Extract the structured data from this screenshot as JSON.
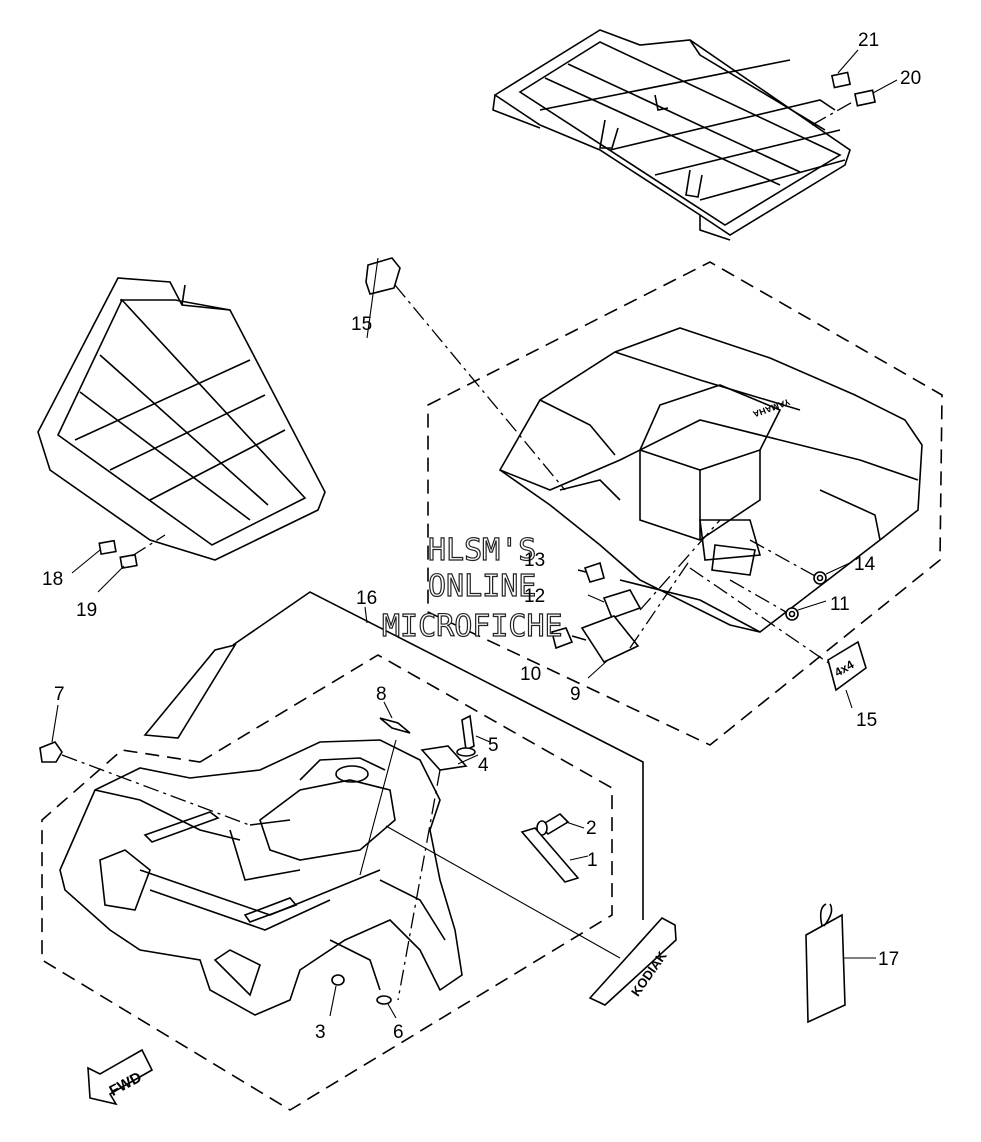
{
  "diagram": {
    "callouts": [
      {
        "id": "c1",
        "label": "1"
      },
      {
        "id": "c2",
        "label": "2"
      },
      {
        "id": "c3",
        "label": "3"
      },
      {
        "id": "c4",
        "label": "4"
      },
      {
        "id": "c5",
        "label": "5"
      },
      {
        "id": "c6",
        "label": "6"
      },
      {
        "id": "c7",
        "label": "7"
      },
      {
        "id": "c8",
        "label": "8"
      },
      {
        "id": "c9",
        "label": "9"
      },
      {
        "id": "c10",
        "label": "10"
      },
      {
        "id": "c11",
        "label": "11"
      },
      {
        "id": "c12",
        "label": "12"
      },
      {
        "id": "c13",
        "label": "13"
      },
      {
        "id": "c14",
        "label": "14"
      },
      {
        "id": "c15a",
        "label": "15"
      },
      {
        "id": "c15b",
        "label": "15"
      },
      {
        "id": "c16",
        "label": "16"
      },
      {
        "id": "c17",
        "label": "17"
      },
      {
        "id": "c18",
        "label": "18"
      },
      {
        "id": "c19",
        "label": "19"
      },
      {
        "id": "c20",
        "label": "20"
      },
      {
        "id": "c21",
        "label": "21"
      }
    ],
    "watermark": [
      "HLSM'S",
      "ONLINE",
      "MICROFICHE"
    ],
    "fender_text": "YAMAHA",
    "side_decal_text": "KODIAK",
    "emblem_text": "4x4",
    "direction_label": "FWD"
  }
}
